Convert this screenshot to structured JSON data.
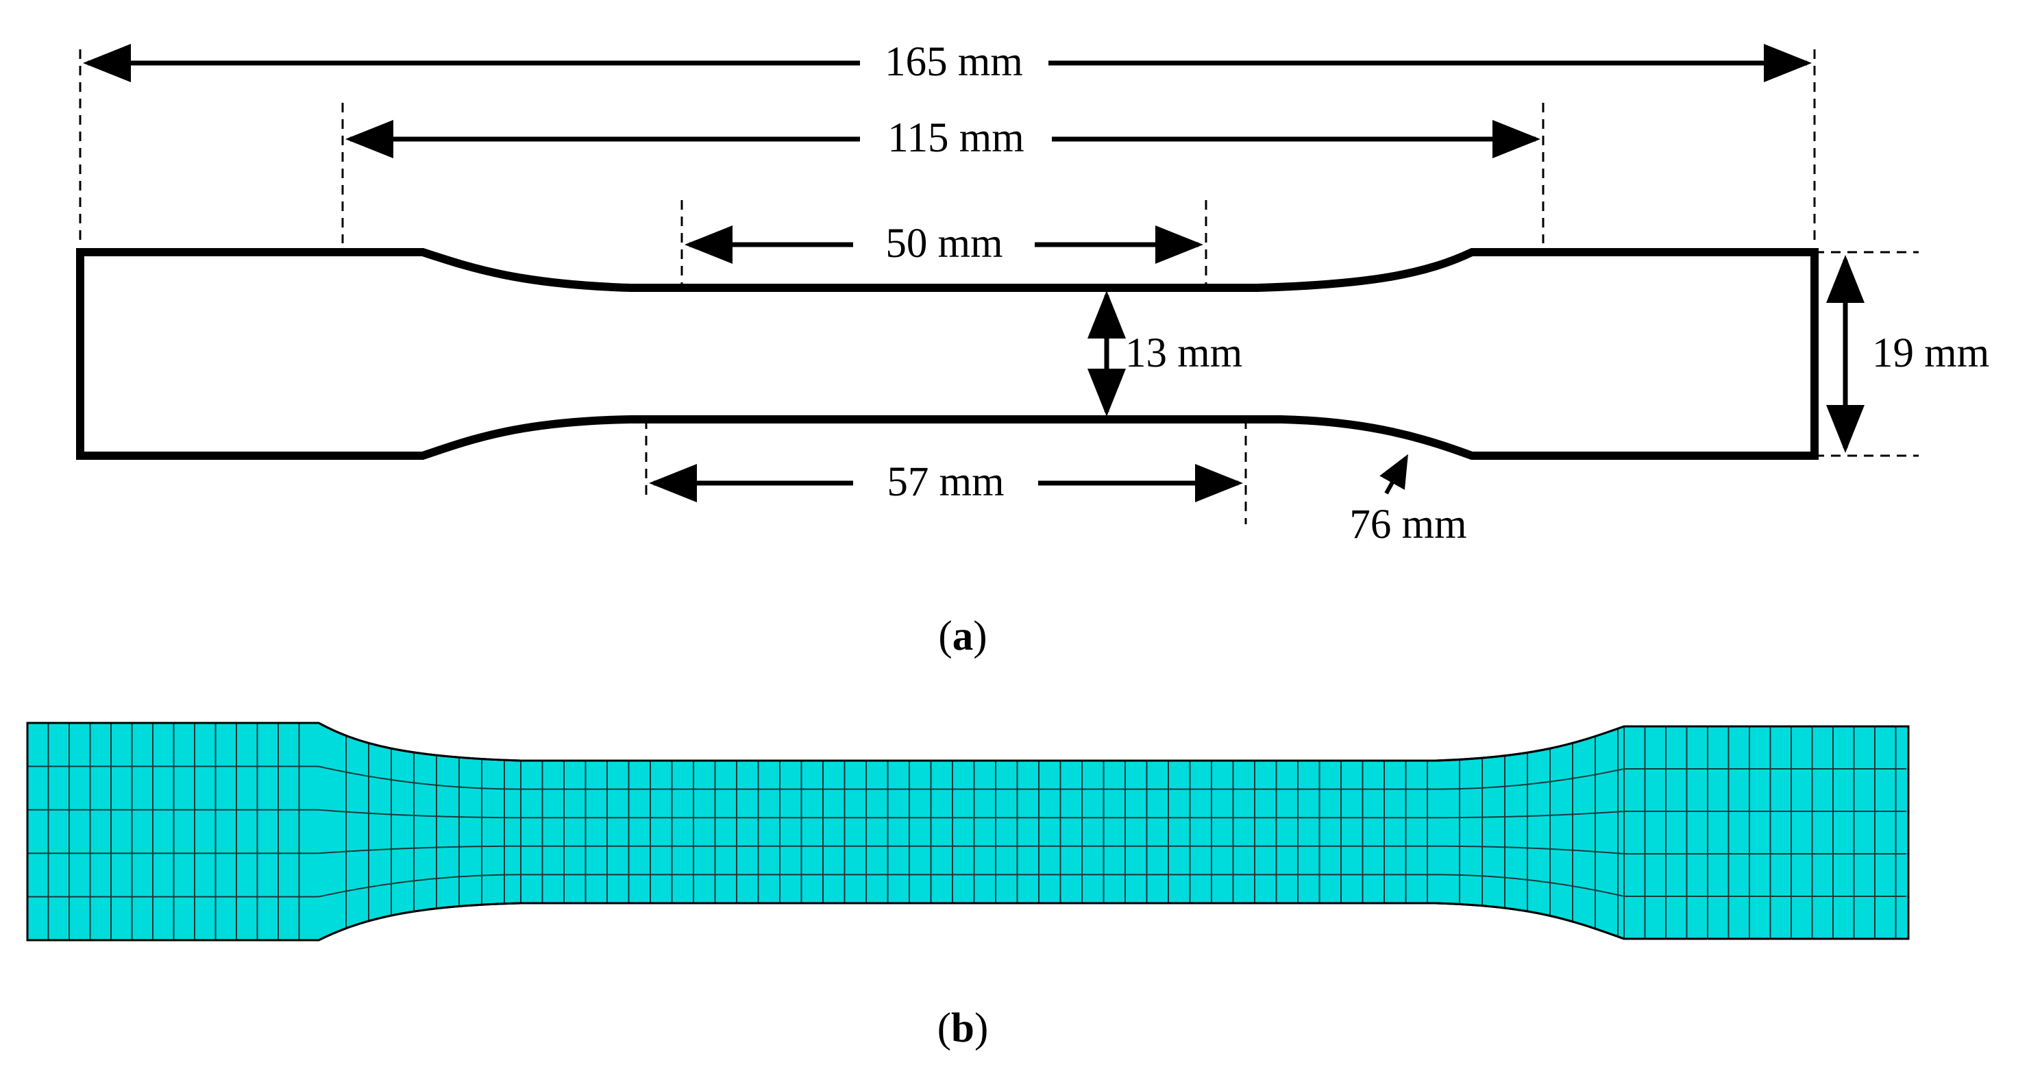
{
  "panel_a": {
    "dimensions": {
      "overall_length": "165 mm",
      "grip_distance": "115 mm",
      "gauge_length": "50 mm",
      "parallel_length": "57 mm",
      "width_narrow": "13 mm",
      "width_overall": "19 mm",
      "fillet_radius": "76 mm"
    },
    "caption": {
      "open": "(",
      "letter": "a",
      "close": ")"
    }
  },
  "panel_b": {
    "caption": {
      "open": "(",
      "letter": "b",
      "close": ")"
    },
    "colors": {
      "mesh_fill": "#00DCDC",
      "mesh_lines": "#1a3a3a"
    }
  },
  "colors": {
    "outline": "#000000",
    "background": "#ffffff"
  }
}
